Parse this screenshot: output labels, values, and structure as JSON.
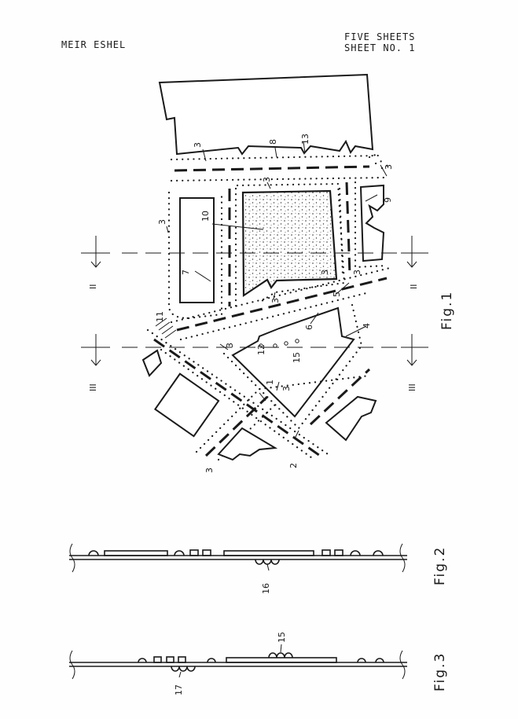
{
  "header": {
    "inventor": "MEIR ESHEL",
    "sheet_count": "FIVE SHEETS",
    "sheet_number": "SHEET NO. 1"
  },
  "figures": {
    "fig1": "Fig.1",
    "fig2": "Fig.2",
    "fig3": "Fig.3"
  },
  "section_markers": {
    "ii": "II",
    "iii": "III"
  },
  "reference_numerals": {
    "n1": "1",
    "n2": "2",
    "n3": "3",
    "n4": "4",
    "n5": "5",
    "n6": "6",
    "n7": "7",
    "n8": "8",
    "n9": "9",
    "n10": "10",
    "n11": "11",
    "n12": "12",
    "n13": "13",
    "n15": "15",
    "n16": "16",
    "n17": "17"
  }
}
